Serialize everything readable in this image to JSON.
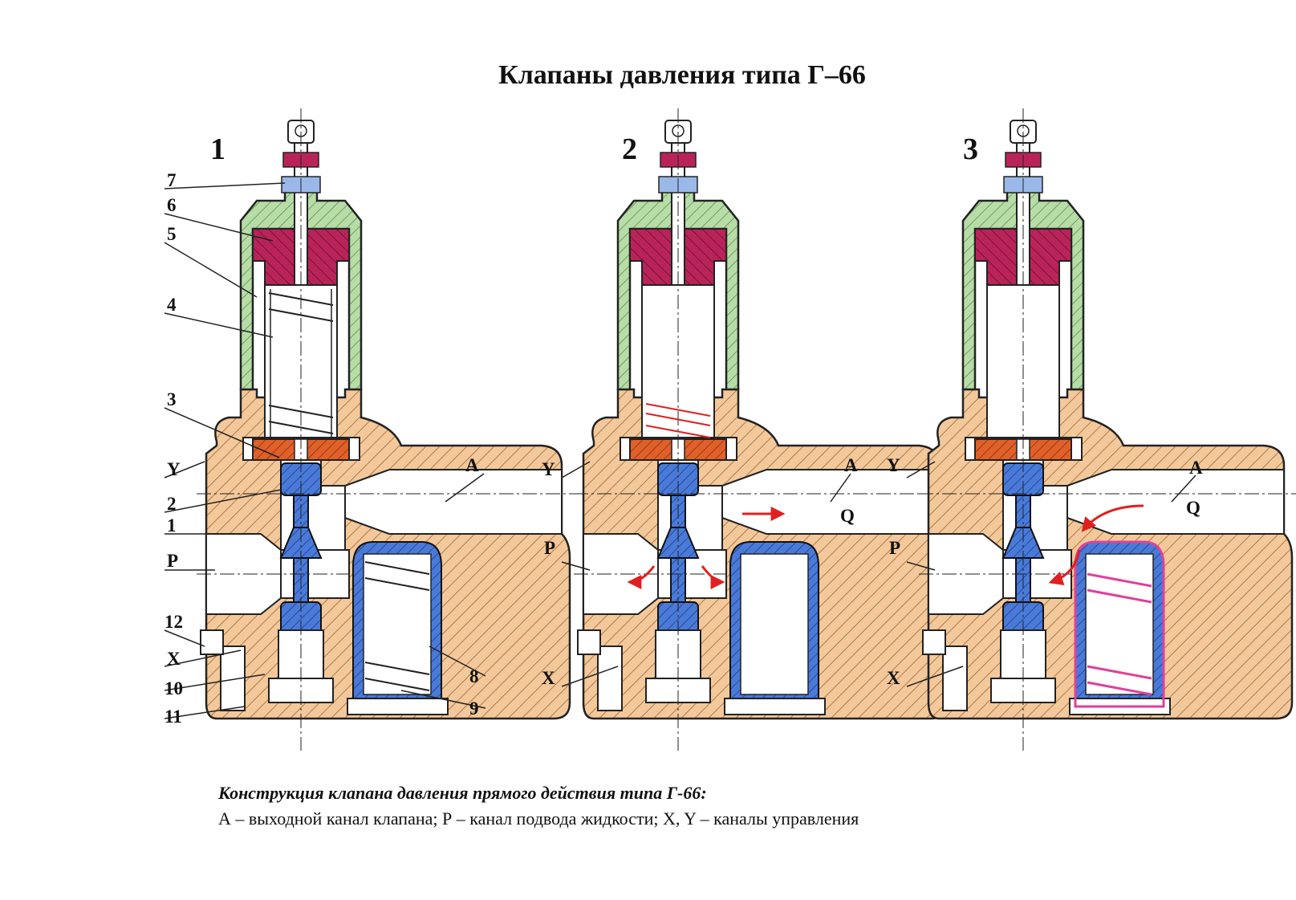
{
  "title": "Клапаны давления типа Г–66",
  "variants": [
    "1",
    "2",
    "3"
  ],
  "part_numbers": [
    "1",
    "2",
    "3",
    "4",
    "5",
    "6",
    "7",
    "8",
    "9",
    "10",
    "11",
    "12"
  ],
  "port_labels": {
    "A": "A",
    "P": "P",
    "X": "X",
    "Y": "Y",
    "Q": "Q"
  },
  "caption": {
    "line1": "Конструкция клапана давления прямого действия типа Г-66:",
    "line2": "А – выходной канал клапана; Р – канал подвода жидкости; X, Y – каналы управления"
  },
  "colors": {
    "body": "#f3c89a",
    "hatch": "#b07a4a",
    "cap": "#b8dca8",
    "spool": "#2a5cc8",
    "nut_top": "#b8245a",
    "seat": "#e0602a",
    "flow_arrow": "#e02020",
    "spring_highlight": "#e0409a"
  }
}
